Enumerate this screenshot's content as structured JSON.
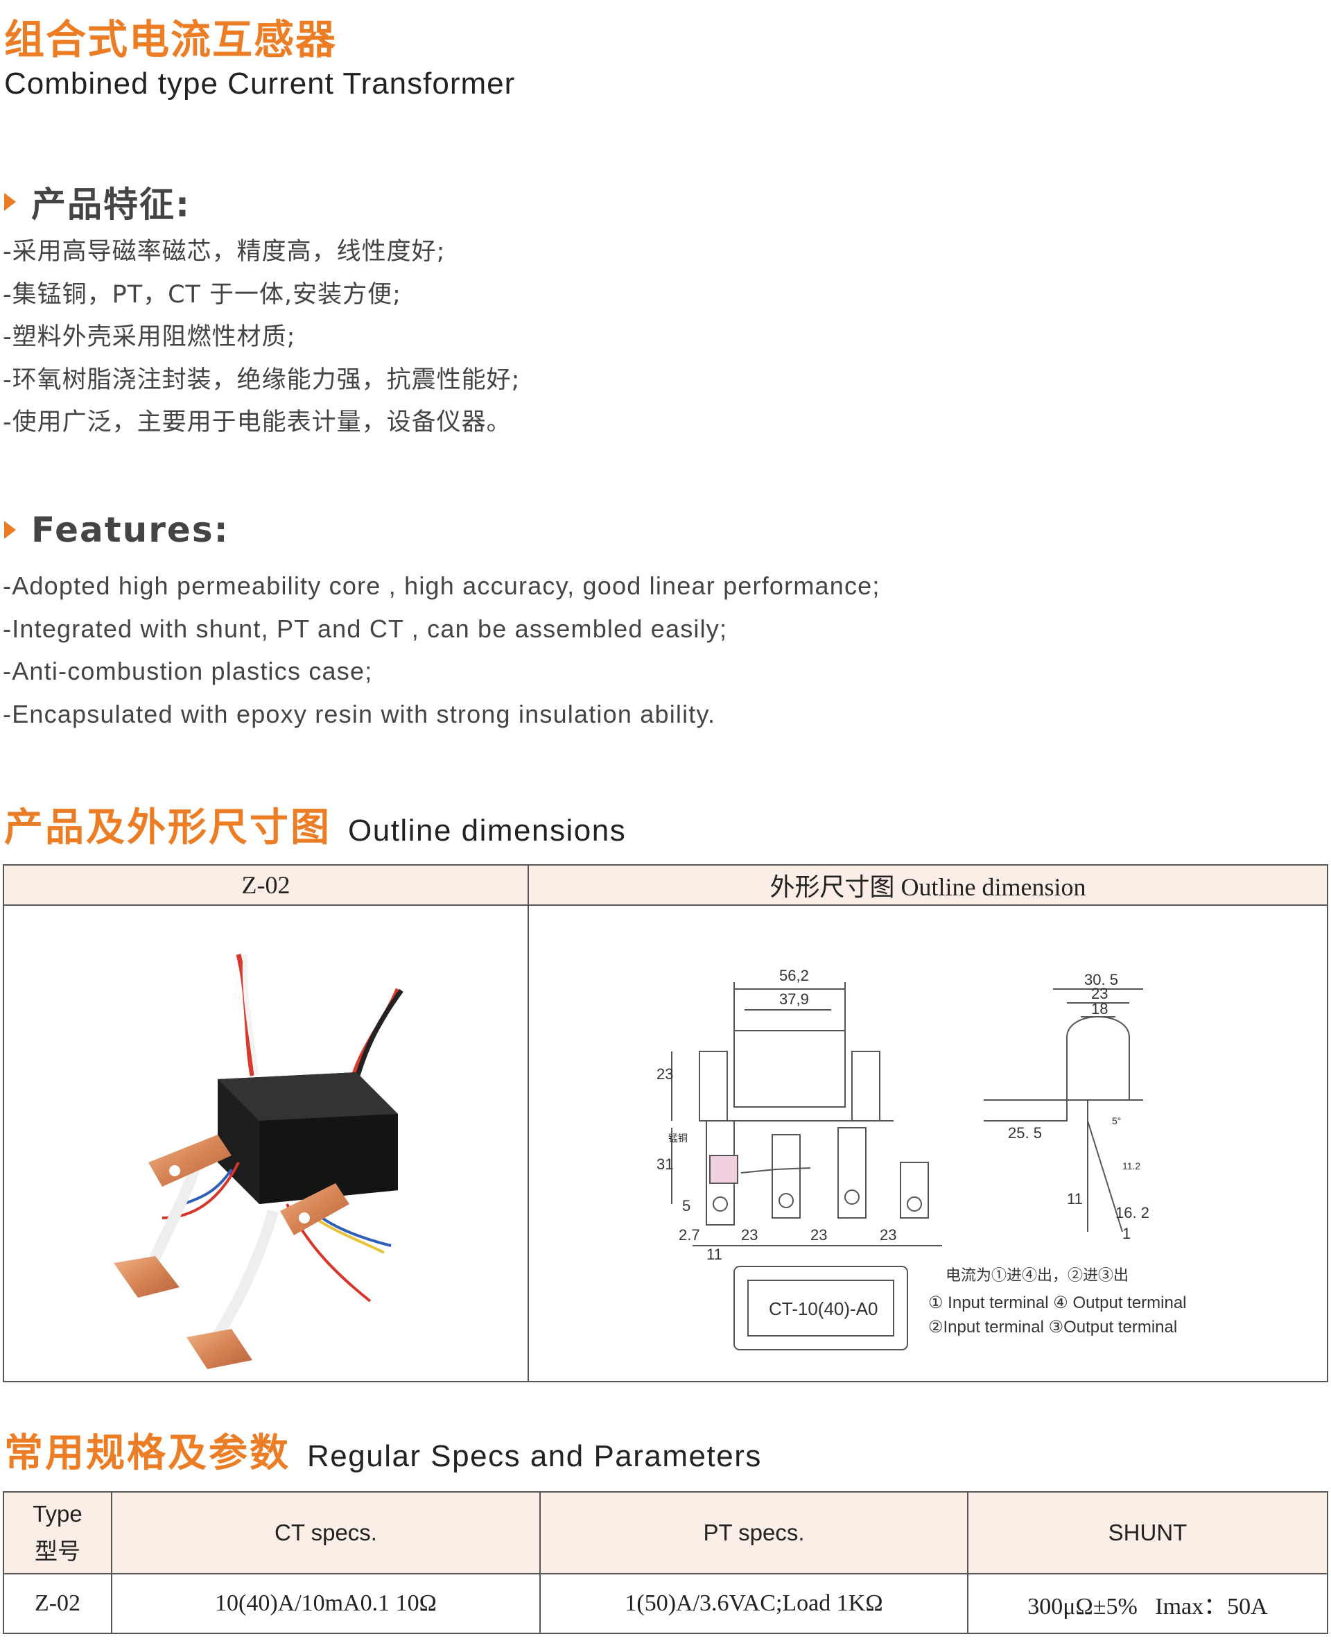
{
  "header": {
    "title_cn": "组合式电流互感器",
    "title_en": "Combined type Current Transformer"
  },
  "features_cn": {
    "heading": "产品特征:",
    "items": [
      "-采用高导磁率磁芯，精度高，线性度好;",
      "-集锰铜，PT，CT 于一体,安装方便;",
      "-塑料外壳采用阻燃性材质;",
      "-环氧树脂浇注封装，绝缘能力强，抗震性能好;",
      "-使用广泛，主要用于电能表计量，设备仪器。"
    ]
  },
  "features_en": {
    "heading": "Features:",
    "items": [
      "-Adopted high permeability core , high accuracy, good linear performance;",
      "-Integrated with shunt, PT and CT , can be assembled easily;",
      "-Anti-combustion plastics case;",
      "-Encapsulated with epoxy resin with strong insulation ability."
    ]
  },
  "outline": {
    "heading_cn": "产品及外形尺寸图",
    "heading_en": "Outline dimensions",
    "col_model": "Z-02",
    "col_dimension": "外形尺寸图  Outline dimension",
    "drawing": {
      "dims_front": [
        "56,2",
        "37,9",
        "23",
        "31",
        "5",
        "2.7",
        "11",
        "23",
        "23",
        "23"
      ],
      "dims_side": [
        "30. 5",
        "23",
        "18",
        "25. 5",
        "11",
        "16. 2",
        "1",
        "5°",
        "11.2"
      ],
      "manganin_label": "锰铜",
      "bottom_label": "CT-10(40)-A0",
      "note_cn": "电流为①进④出，②进③出",
      "note_line1": "① Input terminal ④ Output terminal",
      "note_line2": "②Input terminal ③Output terminal"
    }
  },
  "specs": {
    "heading_cn": "常用规格及参数",
    "heading_en": "Regular Specs and Parameters",
    "headers": {
      "type_en": "Type",
      "type_cn": "型号",
      "ct": "CT specs.",
      "pt": "PT specs.",
      "shunt": "SHUNT"
    },
    "rows": [
      {
        "type": "Z-02",
        "ct": "10(40)A/10mA0.1 10Ω",
        "pt": "1(50)A/3.6VAC;Load 1KΩ",
        "shunt": "300μΩ±5%   Imax：50A"
      }
    ]
  }
}
